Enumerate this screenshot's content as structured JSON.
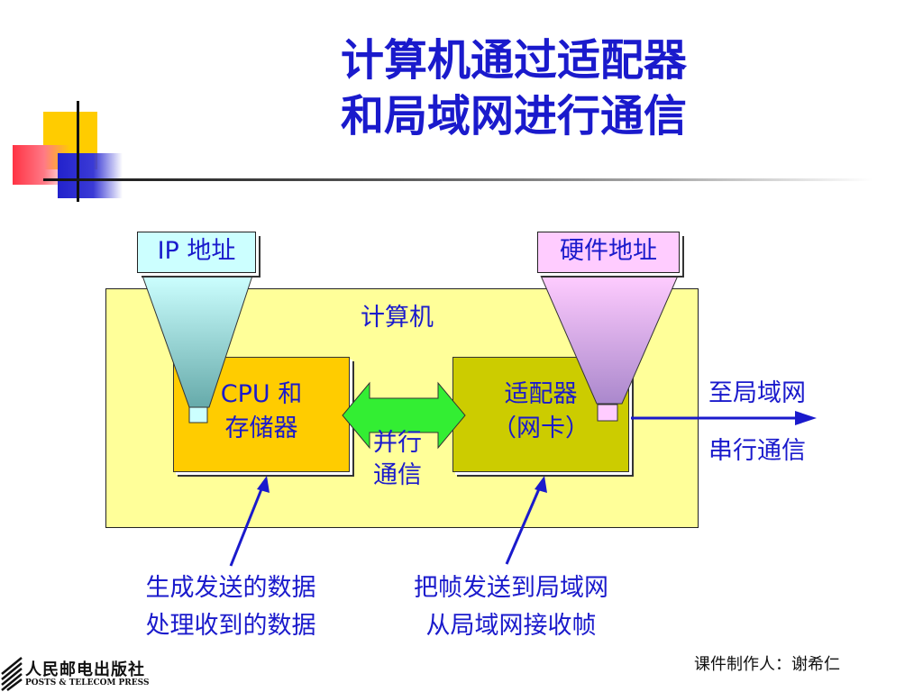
{
  "title": {
    "line1": "计算机通过适配器",
    "line2": "和局域网进行通信"
  },
  "diagram": {
    "computer_label": "计算机",
    "ip_tag": "IP 地址",
    "hw_tag": "硬件地址",
    "cpu": {
      "line1": "CPU 和",
      "line2": "存储器"
    },
    "adapter": {
      "line1": "适配器",
      "line2": "（网卡）"
    },
    "parallel": {
      "line1": "并行",
      "line2": "通信"
    },
    "to_lan": "至局域网",
    "serial": "串行通信",
    "cpu_role": {
      "line1": "生成发送的数据",
      "line2": "处理收到的数据"
    },
    "adapter_role": {
      "line1": "把帧发送到局域网",
      "line2": "从局域网接收帧"
    }
  },
  "footer": {
    "credit": "课件制作人：谢希仁",
    "publisher": "人民邮电出版社",
    "publisher_en": "POSTS & TELECOM PRESS"
  },
  "colors": {
    "text": "#1a1acc",
    "computer_bg": "#ffff99",
    "cpu_bg": "#ffcc00",
    "adapter_bg": "#cccc00",
    "ip_tag_bg": "#ccffff",
    "hw_tag_bg": "#ffccff",
    "arrow_green": "#33ee33"
  }
}
